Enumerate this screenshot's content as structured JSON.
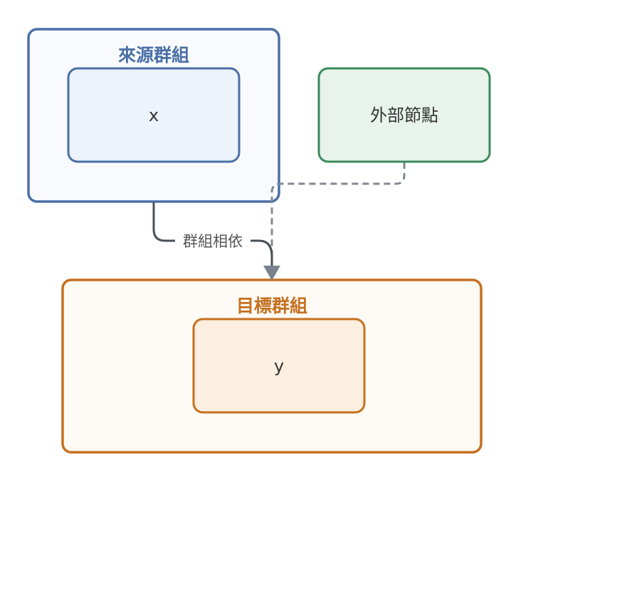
{
  "groups": {
    "source": {
      "title": "來源群組",
      "node": {
        "label": "x"
      },
      "stroke": "#4a6fa5",
      "fill": "#f8fafd",
      "inner_fill": "#edf3fa"
    },
    "target": {
      "title": "目標群組",
      "node": {
        "label": "y"
      },
      "stroke": "#c5701f",
      "fill": "#fefaf5",
      "inner_fill": "#fcefe0"
    }
  },
  "external_node": {
    "label": "外部節點",
    "stroke": "#3a8a5c",
    "fill": "#e8f3ec"
  },
  "edges": {
    "group_dependency": {
      "label": "群組相依",
      "style": "solid",
      "color": "#4a4f57"
    },
    "external_dependency": {
      "style": "dashed",
      "color": "#808891"
    }
  }
}
